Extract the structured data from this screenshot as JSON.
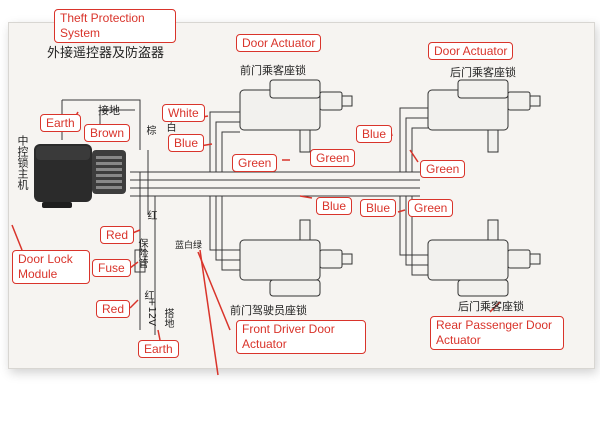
{
  "title_cn": "外接遥控器及防盗器",
  "module_cn": "中控锁主机",
  "earth_cn": "接地",
  "earth2_cn": "搭地",
  "fuse_cn": "保险管",
  "plus12v": "+12V",
  "red_cn1": "红",
  "red_cn2": "红",
  "brown_cn": "棕",
  "white_cn": "白",
  "blue_cn": "蓝",
  "pins_cn": "蓝白绿",
  "front_top_cn": "前门乘客座锁",
  "rear_top_cn": "后门乘客座锁",
  "front_bottom_cn": "前门驾驶员座锁",
  "rear_bottom_cn": "后门乘客座锁",
  "labels": {
    "theft_protection": "Theft Protection System",
    "door_actuator_1": "Door Actuator",
    "door_actuator_2": "Door Actuator",
    "earth_top": "Earth",
    "brown": "Brown",
    "white": "White",
    "blue_1": "Blue",
    "green_1": "Green",
    "green_2": "Green",
    "blue_2": "Blue",
    "green_3": "Green",
    "blue_3": "Blue",
    "blue_4": "Blue",
    "green_4": "Green",
    "door_lock_module": "Door Lock Module",
    "red_1": "Red",
    "fuse": "Fuse",
    "red_2": "Red",
    "earth_bottom": "Earth",
    "front_driver": "Front Driver Door Actuator",
    "rear_passenger": "Rear Passenger Door Actuator"
  },
  "colors": {
    "callout": "#d9342b",
    "ink": "#333333",
    "module": "#2b2b2b"
  }
}
